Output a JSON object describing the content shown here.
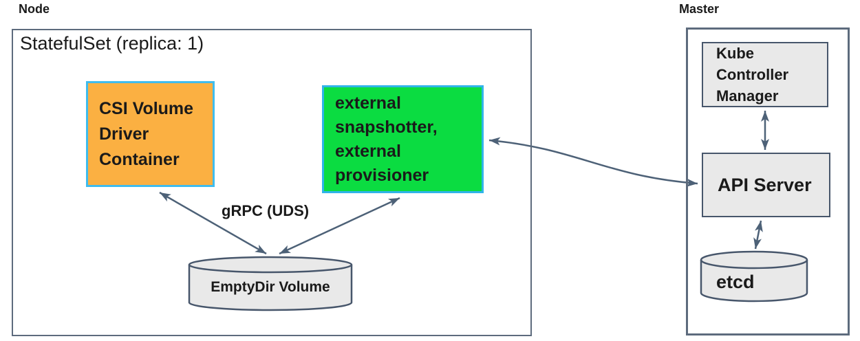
{
  "diagram": {
    "node": {
      "label": "Node",
      "statefulset_title": "StatefulSet (replica: 1)",
      "driver_box": {
        "lines": [
          "CSI Volume",
          "Driver",
          "Container"
        ]
      },
      "sidecar_box": {
        "lines": [
          "external",
          "snapshotter,",
          "external",
          "provisioner"
        ]
      },
      "grpc_label": "gRPC (UDS)",
      "emptydir_label": "EmptyDir Volume"
    },
    "master": {
      "label": "Master",
      "controller_manager_box": {
        "lines": [
          "Kube",
          "Controller",
          "Manager"
        ]
      },
      "api_server_label": "API Server",
      "etcd_label": "etcd"
    }
  },
  "colors": {
    "driver-fill": "#FBB042",
    "driver-border": "#3FBCEE",
    "sidecar-fill": "#0BDC41",
    "sidecar-border": "#30B4E9",
    "gray-fill": "#E9E9E9",
    "gray-border": "#47566B",
    "outer-border": "#5D6B7D",
    "arrow": "#4D6177",
    "text": "#1A1A1A"
  }
}
